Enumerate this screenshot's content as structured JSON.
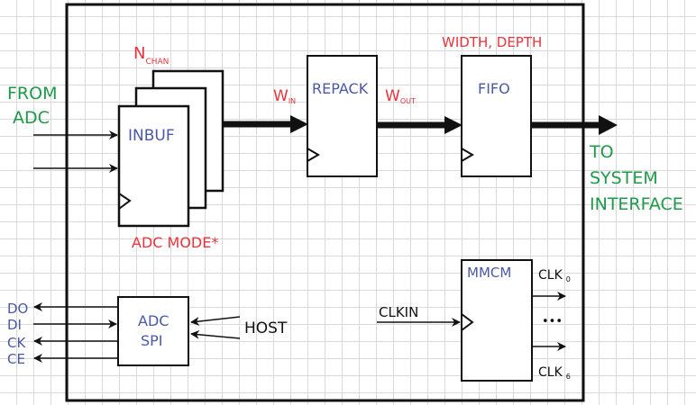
{
  "external": {
    "from_adc": [
      "FROM",
      "ADC"
    ],
    "to_system": [
      "TO",
      "SYSTEM",
      "INTERFACE"
    ],
    "host": "HOST",
    "spi_pins": [
      "DO",
      "DI",
      "CK",
      "CE"
    ]
  },
  "blocks": {
    "inbuf": {
      "label": "INBUF",
      "param_main": "N",
      "param_sub": "CHAN",
      "mode": "ADC MODE*"
    },
    "repack": {
      "label": "REPACK",
      "win_main": "W",
      "win_sub": "IN",
      "wout_main": "W",
      "wout_sub": "OUT"
    },
    "fifo": {
      "label": "FIFO",
      "param": "WIDTH, DEPTH"
    },
    "adc_spi": {
      "label_line1": "ADC",
      "label_line2": "SPI"
    },
    "mmcm": {
      "label": "MMCM",
      "clkin": "CLKIN",
      "clk_main": "CLK",
      "clk0_sub": "0",
      "clk6_sub": "6",
      "ellipsis": "•••"
    }
  },
  "colors": {
    "param": "#e8343c",
    "external": "#1f9a4a",
    "block_label": "#4a58a6"
  }
}
